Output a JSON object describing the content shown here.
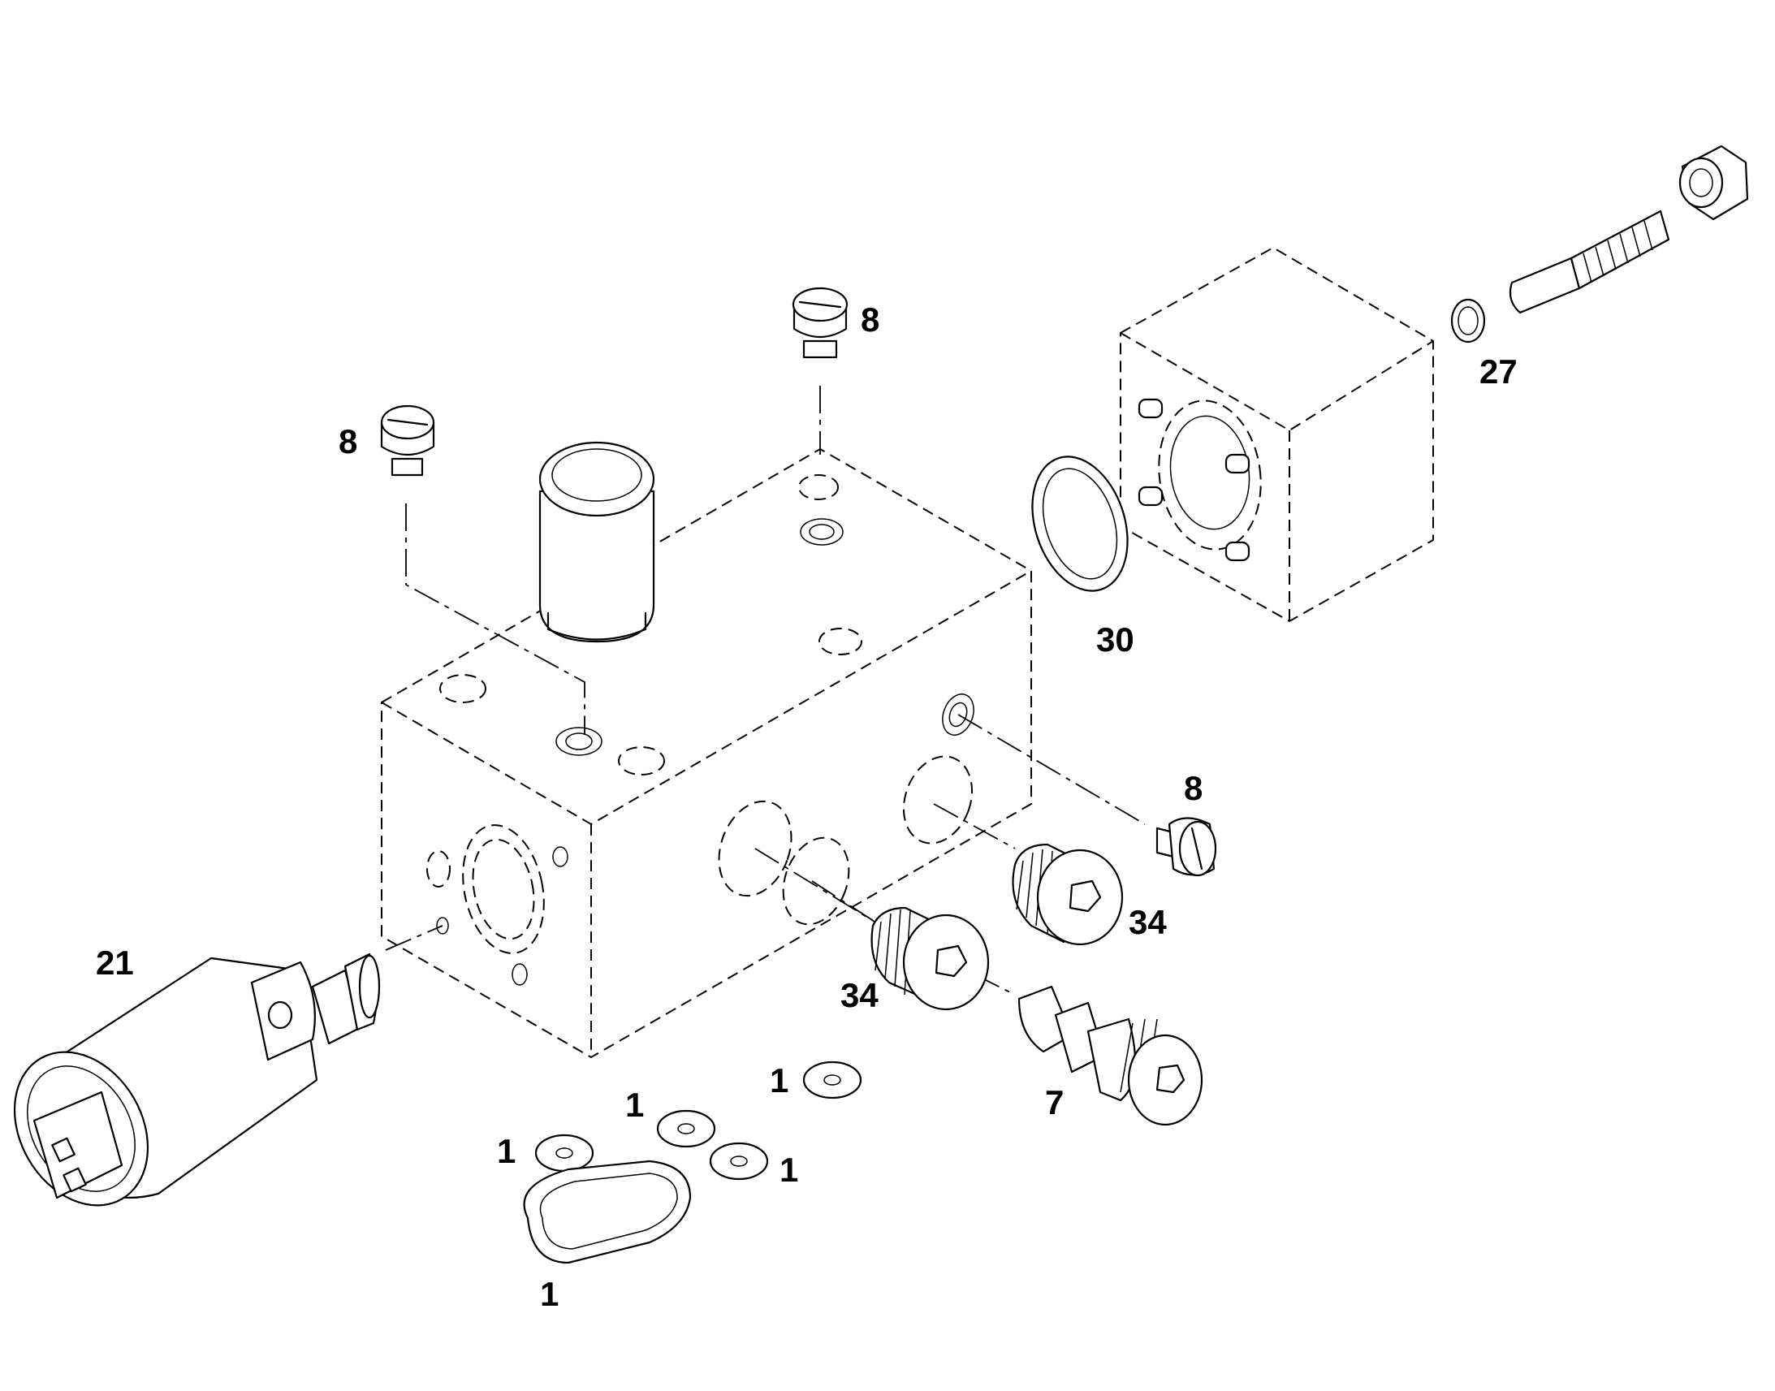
{
  "callouts": {
    "plug_top": "8",
    "plug_left": "8",
    "plug_right": "8",
    "washer_27": "27",
    "oring_30": "30",
    "solenoid_21": "21",
    "plug_34_right": "34",
    "plug_34_left": "34",
    "valve_7": "7",
    "seal_1_top": "1",
    "seal_1_mid": "1",
    "seal_1_left": "1",
    "seal_1_right": "1",
    "seal_1_bottom": "1"
  },
  "colors": {
    "line": "#000000",
    "background": "#ffffff"
  }
}
